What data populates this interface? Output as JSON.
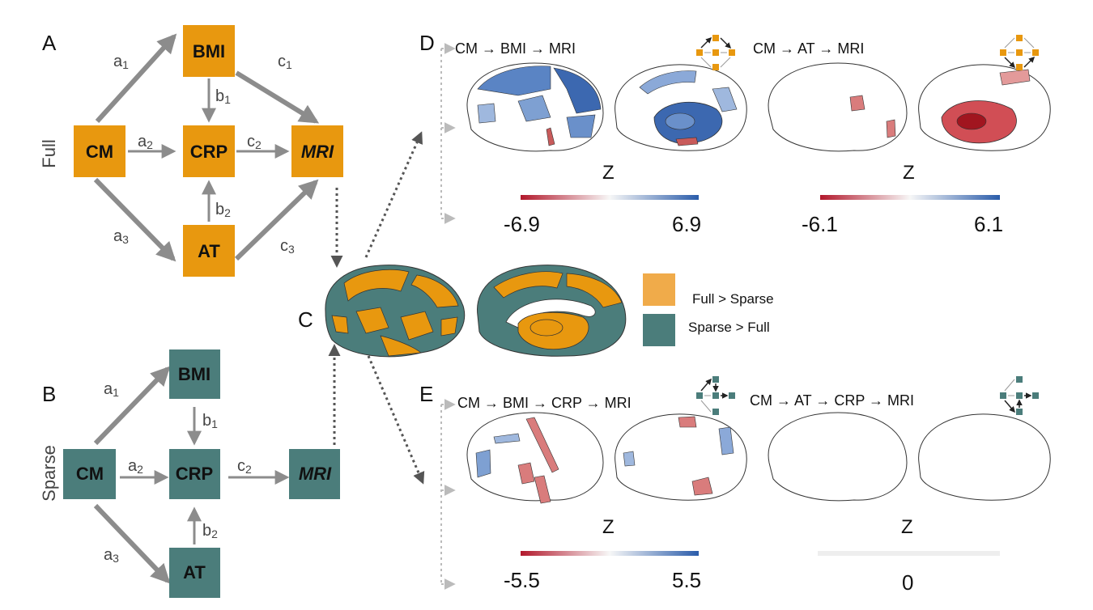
{
  "panels": {
    "A": {
      "letter": "A",
      "side_label": "Full"
    },
    "B": {
      "letter": "B",
      "side_label": "Sparse"
    },
    "C": {
      "letter": "C"
    },
    "D": {
      "letter": "D"
    },
    "E": {
      "letter": "E"
    }
  },
  "nodes": {
    "bmi": "BMI",
    "cm": "CM",
    "crp": "CRP",
    "mri": "MRI",
    "at": "AT"
  },
  "coefficients": {
    "a1": [
      "a",
      "1"
    ],
    "a2": [
      "a",
      "2"
    ],
    "a3": [
      "a",
      "3"
    ],
    "b1": [
      "b",
      "1"
    ],
    "b2": [
      "b",
      "2"
    ],
    "c1": [
      "c",
      "1"
    ],
    "c2": [
      "c",
      "2"
    ],
    "c3": [
      "c",
      "3"
    ]
  },
  "colors": {
    "full": "#E8980F",
    "sparse": "#4B7D7B",
    "legend_full": "#F0AB4A",
    "legend_sparse": "#4B7D7B",
    "red": "#B2182B",
    "blue": "#2A5CAA",
    "arrow": "#8C8C8C"
  },
  "legend": {
    "full_label": "Full > Sparse",
    "sparse_label": "Sparse > Full"
  },
  "mediation": {
    "d1": {
      "title": "CM → BMI → MRI",
      "z": "Z",
      "min": "-6.9",
      "max": "6.9"
    },
    "d2": {
      "title": "CM → AT → MRI",
      "z": "Z",
      "min": "-6.1",
      "max": "6.1"
    },
    "e1": {
      "title": "CM → BMI → CRP → MRI",
      "z": "Z",
      "min": "-5.5",
      "max": "5.5"
    },
    "e2": {
      "title": "CM → AT → CRP → MRI",
      "z": "Z",
      "zero": "0"
    }
  },
  "icons": [
    "brain-lateral",
    "brain-medial",
    "mini-path-diagram"
  ]
}
